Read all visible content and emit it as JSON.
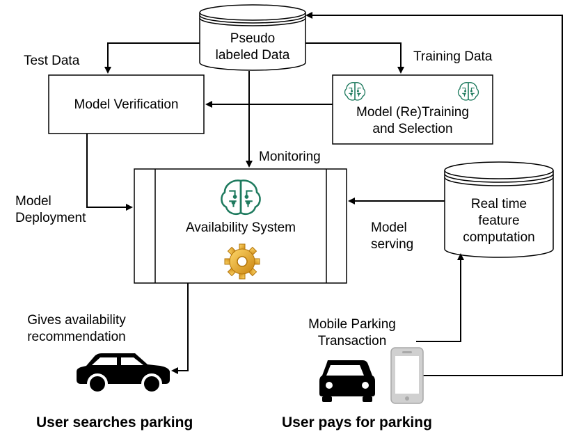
{
  "nodes": {
    "pseudo_labeled_data": {
      "line1": "Pseudo",
      "line2": "labeled Data"
    },
    "model_verification": {
      "label": "Model Verification"
    },
    "model_retraining": {
      "line1": "Model (Re)Training",
      "line2": "and Selection"
    },
    "availability_system": {
      "label": "Availability System"
    },
    "real_time_feature": {
      "line1": "Real time",
      "line2": "feature",
      "line3": "computation"
    }
  },
  "edge_labels": {
    "test_data": "Test Data",
    "training_data": "Training Data",
    "monitoring": "Monitoring",
    "model_deployment_1": "Model",
    "model_deployment_2": "Deployment",
    "model_serving_1": "Model",
    "model_serving_2": "serving",
    "gives_availability_1": "Gives availability",
    "gives_availability_2": "recommendation",
    "mobile_parking_1": "Mobile Parking",
    "mobile_parking_2": "Transaction"
  },
  "captions": {
    "user_searches": "User searches parking",
    "user_pays": "User pays for parking"
  },
  "icons": {
    "brain": "brain-circuit-icon",
    "gear": "gear-icon",
    "car": "car-icon",
    "phone": "smartphone-icon"
  },
  "colors": {
    "brain": "#1e7a5e",
    "gear": "#e8a21c",
    "phone": "#d0d0d0",
    "stroke": "#000000"
  }
}
